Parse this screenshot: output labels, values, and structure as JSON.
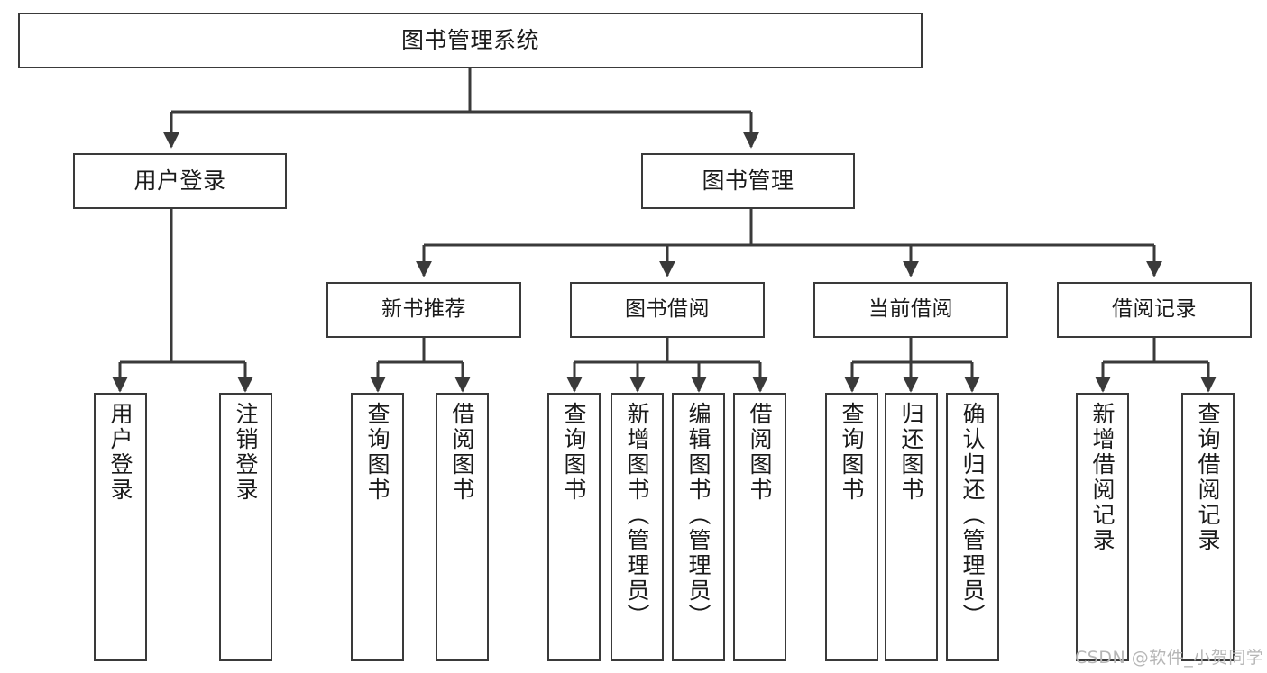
{
  "diagram": {
    "title": "图书管理系统",
    "root": {
      "label": "图书管理系统"
    },
    "level2": [
      {
        "label": "用户登录"
      },
      {
        "label": "图书管理"
      }
    ],
    "level3": [
      {
        "label": "新书推荐"
      },
      {
        "label": "图书借阅"
      },
      {
        "label": "当前借阅"
      },
      {
        "label": "借阅记录"
      }
    ],
    "leaves": {
      "user_login": [
        {
          "label": "用户登录"
        },
        {
          "label": "注销登录"
        }
      ],
      "new_book_recommend": [
        {
          "label": "查询图书"
        },
        {
          "label": "借阅图书"
        }
      ],
      "book_borrow": [
        {
          "label": "查询图书"
        },
        {
          "label": "新增图书（管理员）"
        },
        {
          "label": "编辑图书（管理员）"
        },
        {
          "label": "借阅图书"
        }
      ],
      "current_borrow": [
        {
          "label": "查询图书"
        },
        {
          "label": "归还图书"
        },
        {
          "label": "确认归还（管理员）"
        }
      ],
      "borrow_record": [
        {
          "label": "新增借阅记录"
        },
        {
          "label": "查询借阅记录"
        }
      ]
    },
    "watermark": "CSDN @软件_小贺同学",
    "colors": {
      "border": "#3a3a3a",
      "line": "#3a3a3a",
      "text": "#1a1a1a",
      "watermark": "#b6b6b6",
      "background": "#ffffff"
    }
  }
}
